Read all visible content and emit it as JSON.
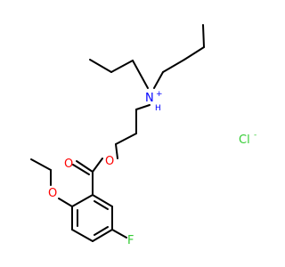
{
  "molecule": {
    "atoms": {
      "nitrogen": "N",
      "nitrogen_h": "H",
      "nitrogen_charge": "+",
      "ester_oxygen": "O",
      "carbonyl_oxygen": "O",
      "ether_oxygen": "O",
      "fluorine": "F"
    },
    "counterion": {
      "symbol": "Cl",
      "charge": "-"
    },
    "colors": {
      "bond": "#000000",
      "nitrogen": "#0000ff",
      "oxygen": "#ff0000",
      "fluorine": "#33cc33",
      "chlorine": "#33cc33"
    }
  }
}
